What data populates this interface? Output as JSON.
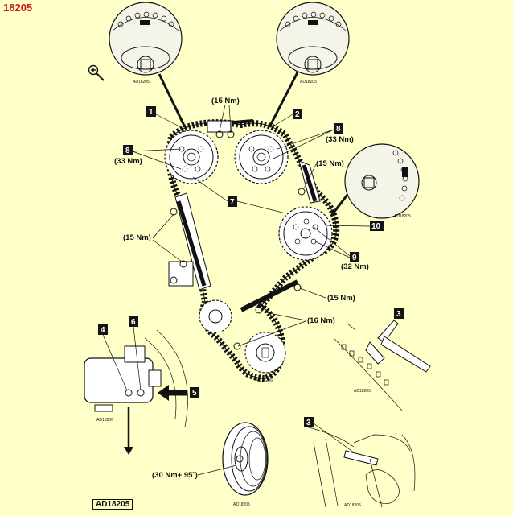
{
  "document": {
    "title": "18205",
    "footer_code": "AD18205"
  },
  "image_codes": {
    "inset_left": "AD18205",
    "inset_right": "AD18205",
    "inset_cam": "AD18205",
    "crank_sprocket": "AD18206",
    "tensioner": "AD18206",
    "tool_locked": "AD18205",
    "pulley": "AD18205",
    "tool_lower": "AD18205"
  },
  "callouts": {
    "c1": "1",
    "c2": "2",
    "c3a": "3",
    "c3b": "3",
    "c4": "4",
    "c5": "5",
    "c6": "6",
    "c7": "7",
    "c8a": "8",
    "c8b": "8",
    "c9": "9",
    "c10": "10"
  },
  "torques": {
    "top_center": "(15 Nm)",
    "right_top": "(33 Nm)",
    "left_top": "(33 Nm)",
    "right_guide": "(15 Nm)",
    "left_guide": "(15 Nm)",
    "exhaust_cam": "(32 Nm)",
    "lower_guide": "(15 Nm)",
    "idler": "(16 Nm)",
    "pulley": "(30 Nm+ 95˚)"
  },
  "colors": {
    "background": "#ffffc8",
    "title": "#cc1b1b"
  },
  "icons": {
    "zoom": "zoom-in-icon"
  }
}
